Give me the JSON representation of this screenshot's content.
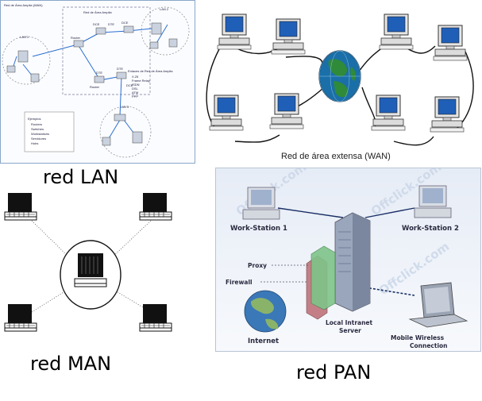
{
  "diagrams": {
    "lan": {
      "caption": "red LAN",
      "title": "Red de Área Amplia (WAN)",
      "wan_box_label": "Red de Área Amplia",
      "lan1_label": "LAN 1",
      "lan2_label": "LAN 2",
      "lan3_label": "LAN 3",
      "node_labels": [
        "Router",
        "DCE",
        "DTE",
        "DCE",
        "DTE",
        "Router",
        "DTE",
        "DCE"
      ],
      "service_title": "Enlaces de Red de Área Amplia",
      "service_list": [
        "X.25",
        "Frame Relay",
        "ISDN",
        "DSL",
        "ATM",
        "PPP"
      ],
      "legend_title": "Ejemplos",
      "legend_items": [
        "Routers",
        "Switches",
        "Workstations",
        "Servidores",
        "Hubs"
      ]
    },
    "wan": {
      "caption": "Red de área extensa (WAN)"
    },
    "man": {
      "caption": "red MAN"
    },
    "pan": {
      "caption": "red PAN",
      "labels": {
        "workstation1": "Work-Station 1",
        "workstation2": "Work-Station 2",
        "proxy": "Proxy",
        "firewall": "Firewall",
        "internet": "Internet",
        "server_line1": "Local Intranet",
        "server_line2": "Server",
        "mobile_line1": "Mobile Wireless",
        "mobile_line2": "Connection"
      },
      "watermark": "Offclick.com"
    }
  },
  "colors": {
    "screen_blue": "#1f5fb8",
    "globe_ocean": "#1a6fa8",
    "globe_land": "#2f8a3a",
    "lan_line": "#2b6fd0"
  }
}
